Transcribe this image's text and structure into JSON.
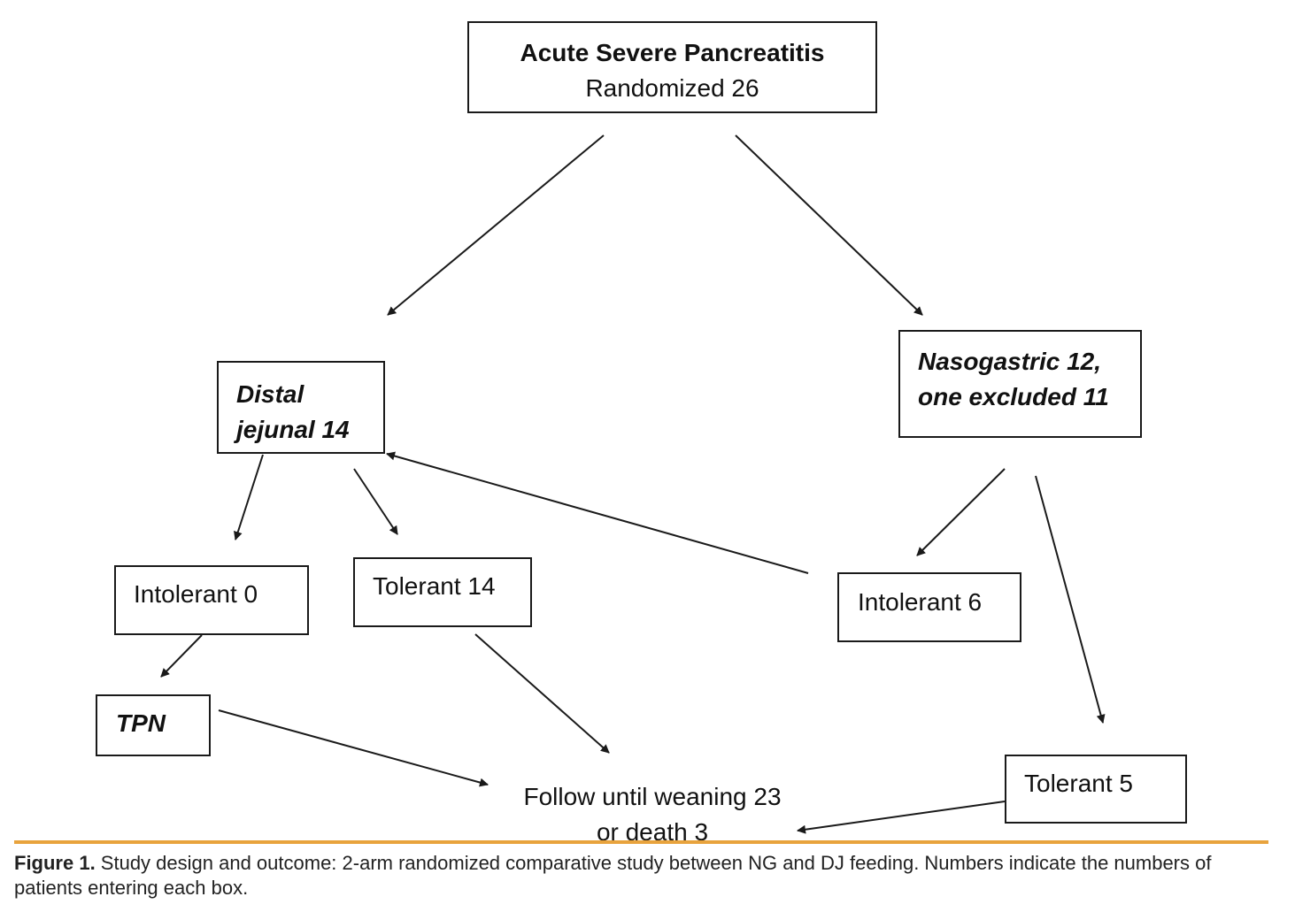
{
  "diagram": {
    "root": {
      "title": "Acute Severe Pancreatitis",
      "subtitle": "Randomized 26"
    },
    "distal_jejunal": {
      "line1": "Distal",
      "line2": "jejunal 14"
    },
    "nasogastric": {
      "line1": "Nasogastric 12,",
      "line2": "one excluded 11"
    },
    "dj_intolerant": "Intolerant 0",
    "dj_tolerant": "Tolerant 14",
    "ng_intolerant": "Intolerant 6",
    "tpn": "TPN",
    "ng_tolerant": "Tolerant 5",
    "outcome": {
      "line1": "Follow until weaning 23",
      "line2": "or death 3"
    }
  },
  "caption": {
    "label": "Figure 1.",
    "text": " Study design and outcome: 2-arm randomized comparative study between NG and DJ feeding. Numbers indicate the numbers of patients entering each box."
  },
  "colors": {
    "rule": "#e8a33d",
    "stroke": "#1a1a1a"
  }
}
